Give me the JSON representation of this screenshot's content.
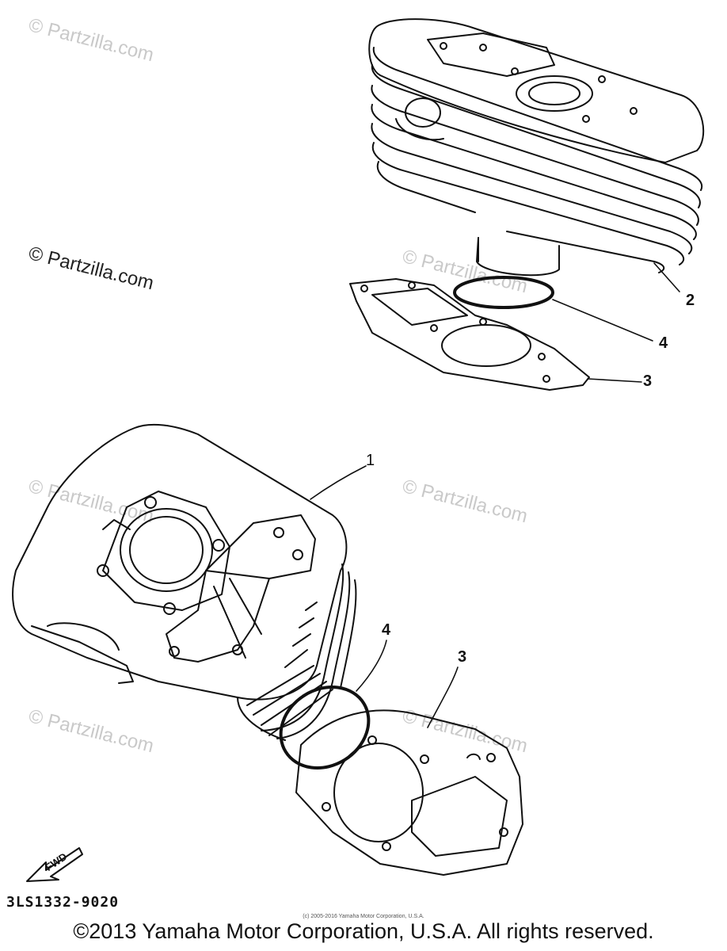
{
  "watermark": "© Partzilla.com",
  "callouts": {
    "cylinder": "1",
    "cylinder_upper": "2",
    "gasket": "3",
    "o_ring": "4"
  },
  "fwd_label": "FWD",
  "diagram_code": "3LS1332-9020",
  "small_copyright": "(c) 2005-2016 Yamaha Motor Corporation, U.S.A.",
  "copyright": "©2013 Yamaha Motor Corporation, U.S.A. All rights reserved."
}
